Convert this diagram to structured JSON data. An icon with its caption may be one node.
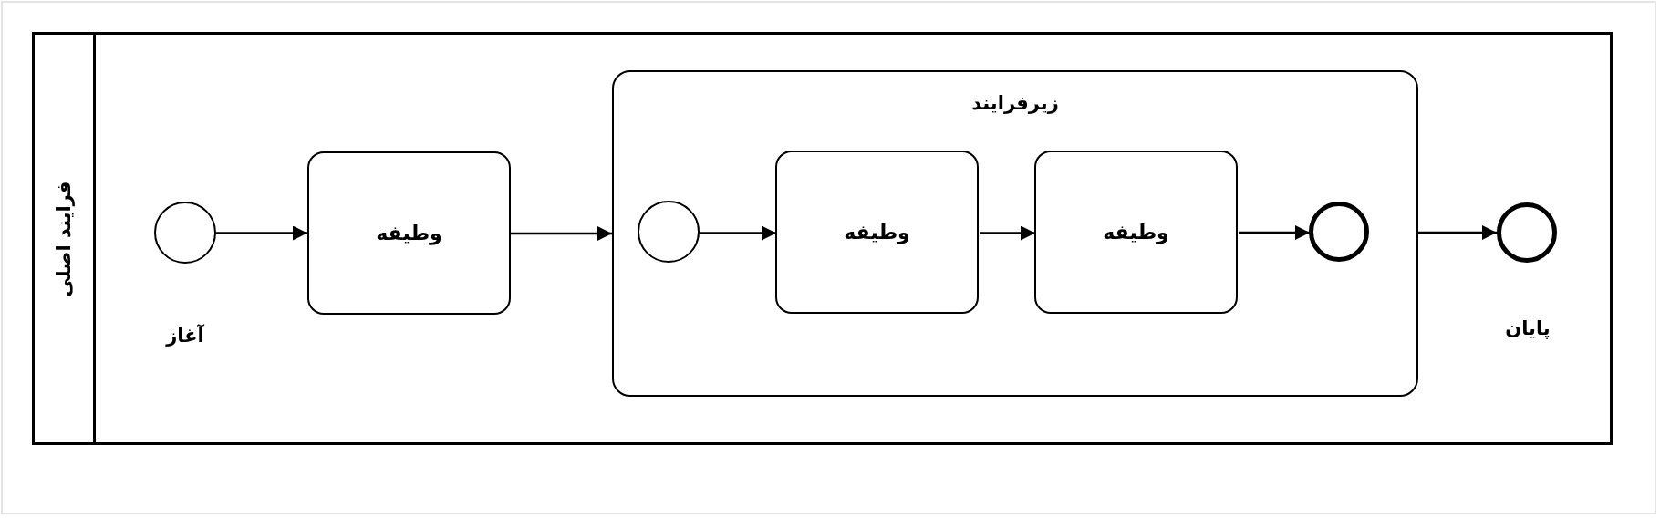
{
  "diagram": {
    "nodes": [
      {
        "text": [
          "فرایند اصلی"
        ]
      },
      {
        "text": [],
        "shape": "circle",
        "in": 0,
        "beside": [
          "آغاز"
        ]
      },
      {
        "text": [
          "وطیفه"
        ],
        "in": 0
      },
      {
        "text": [
          "زیرفرایند"
        ],
        "in": 0
      },
      {
        "text": [],
        "shape": "circle",
        "in": 3
      },
      {
        "text": [
          "وطیفه"
        ],
        "in": 3
      },
      {
        "text": [
          "وطیفه"
        ],
        "in": 3
      },
      {
        "text": [],
        "shape": "circle",
        "in": 3
      },
      {
        "text": [],
        "shape": "circle",
        "in": 0,
        "beside": [
          "پایان"
        ]
      }
    ],
    "edges": [
      {
        "from": 1,
        "to": 2,
        "arrow": "to"
      },
      {
        "from": 2,
        "to": 3,
        "arrow": "to"
      },
      {
        "from": 4,
        "to": 5,
        "arrow": "to"
      },
      {
        "from": 5,
        "to": 6,
        "arrow": "to"
      },
      {
        "from": 6,
        "to": 7,
        "arrow": "to"
      },
      {
        "from": 3,
        "to": 8,
        "arrow": "to"
      }
    ]
  }
}
